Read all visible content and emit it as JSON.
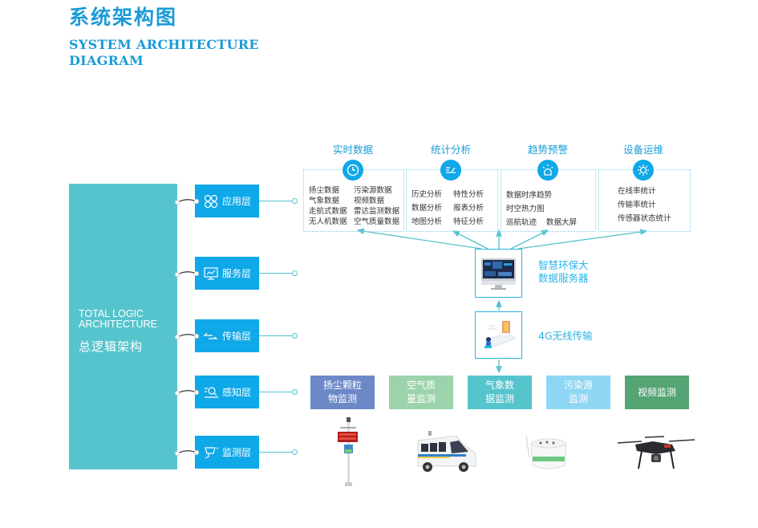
{
  "header": {
    "title_cn": "系统架构图",
    "title_en_line1": "SYSTEM ARCHITECTURE",
    "title_en_line2": "DIAGRAM"
  },
  "logic_panel": {
    "en_line1": "TOTAL LOGIC",
    "en_line2": "ARCHITECTURE",
    "cn": "总逻辑架构",
    "color": "#56c4cd"
  },
  "layers": [
    {
      "label": "应用层",
      "icon": "app-grid-icon"
    },
    {
      "label": "服务层",
      "icon": "monitor-chart-icon"
    },
    {
      "label": "传输层",
      "icon": "transfer-arrows-icon"
    },
    {
      "label": "感知层",
      "icon": "search-list-icon"
    },
    {
      "label": "监测层",
      "icon": "camera-icon"
    }
  ],
  "categories": [
    {
      "title": "实时数据",
      "icon": "clock-icon",
      "items": [
        "扬尘数据",
        "污染源数据",
        "气象数据",
        "视频数据",
        "走航式数据",
        "雷达监测数据",
        "无人机数据",
        "空气质量数据"
      ]
    },
    {
      "title": "统计分析",
      "icon": "analysis-icon",
      "items": [
        "历史分析",
        "特性分析",
        "数据分析",
        "报表分析",
        "地图分析",
        "特征分析"
      ]
    },
    {
      "title": "趋势预警",
      "icon": "alarm-light-icon",
      "items": [
        "数据时序趋势",
        "时空热力图",
        "巡航轨迹",
        "数据大屏"
      ]
    },
    {
      "title": "设备运维",
      "icon": "gear-icon",
      "items": [
        "在线率统计",
        "传输率统计",
        "传感器状态统计"
      ]
    }
  ],
  "server": {
    "line1": "智慧环保大",
    "line2": "数据服务器"
  },
  "transmission": {
    "label": "4G无线传输"
  },
  "monitors": [
    {
      "line1": "扬尘颗粒",
      "line2": "物监测",
      "color": "#6d88c6"
    },
    {
      "line1": "空气质",
      "line2": "量监测",
      "color": "#9dd3ab"
    },
    {
      "line1": "气象数",
      "line2": "据监测",
      "color": "#56c4cd"
    },
    {
      "line1": "污染源",
      "line2": "监测",
      "color": "#8fd6f4"
    },
    {
      "line1": "视频监测",
      "line2": "",
      "color": "#55a474"
    }
  ],
  "colors": {
    "accent": "#0fa8e8",
    "title": "#1a9bd7",
    "line": "#56c4cd"
  }
}
